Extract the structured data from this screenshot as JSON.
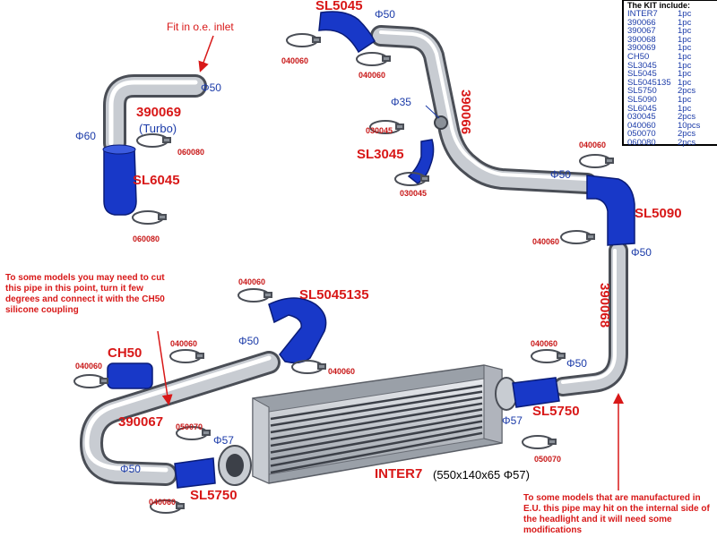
{
  "kit": {
    "title": "The KIT include:",
    "items": [
      {
        "part": "INTER7",
        "qty": "1pc"
      },
      {
        "part": "390066",
        "qty": "1pc"
      },
      {
        "part": "390067",
        "qty": "1pc"
      },
      {
        "part": "390068",
        "qty": "1pc"
      },
      {
        "part": "390069",
        "qty": "1pc"
      },
      {
        "part": "CH50",
        "qty": "1pc"
      },
      {
        "part": "SL3045",
        "qty": "1pc"
      },
      {
        "part": "SL5045",
        "qty": "1pc"
      },
      {
        "part": "SL5045135",
        "qty": "1pc"
      },
      {
        "part": "SL5750",
        "qty": "2pcs"
      },
      {
        "part": "SL5090",
        "qty": "1pc"
      },
      {
        "part": "SL6045",
        "qty": "1pc"
      },
      {
        "part": "030045",
        "qty": "2pcs"
      },
      {
        "part": "040060",
        "qty": "10pcs"
      },
      {
        "part": "050070",
        "qty": "2pcs"
      },
      {
        "part": "060080",
        "qty": "2pcs"
      }
    ]
  },
  "notes": {
    "inlet": "Fit in o.e. inlet",
    "cut_pipe": "To some models you may need to cut this pipe in this point, turn it few degrees and connect it with the CH50 silicone coupling",
    "headlight": "To some models that are manufactured in E.U. this pipe may hit on the internal side of the headlight and it will need some modifications"
  },
  "parts": {
    "p390069": "390069",
    "turbo": "(Turbo)",
    "sl6045": "SL6045",
    "sl5045": "SL5045",
    "p390066": "390066",
    "sl3045": "SL3045",
    "sl5090": "SL5090",
    "p390068": "390068",
    "sl5045135": "SL5045135",
    "ch50": "CH50",
    "p390067": "390067",
    "sl5750_left": "SL5750",
    "sl5750_right": "SL5750",
    "inter7": "INTER7",
    "inter7_spec": "(550x140x65 Φ57)"
  },
  "diameters": {
    "d50_turbo": "Φ50",
    "d60": "Φ60",
    "d50_sl5045": "Φ50",
    "d35": "Φ35",
    "d50_sl5090_in": "Φ50",
    "d50_sl5090_out": "Φ50",
    "d50_sl5045135": "Φ50",
    "d50_right_pipe": "Φ50",
    "d57_right": "Φ57",
    "d57_left": "Φ57",
    "d50_bottom": "Φ50"
  },
  "clamps": {
    "c_sl5045_left": "040060",
    "c_sl5045_right": "040060",
    "c_060080_top": "060080",
    "c_060080_bottom": "060080",
    "c_030045_top": "030045",
    "c_030045_bottom": "030045",
    "c_040060_sl5090_top": "040060",
    "c_040060_sl5090_left": "040060",
    "c_040060_sl5045135": "040060",
    "c_040060_ch50_left": "040060",
    "c_040060_ch50_right": "040060",
    "c_040060_mid": "040060",
    "c_050070_left": "050070",
    "c_040060_bottom": "040060",
    "c_040060_right_pipe": "040060",
    "c_050070_right": "050070"
  },
  "colors": {
    "hose": "#1838c8",
    "pipe": "#b8bcc4",
    "label_red": "#d81818",
    "label_blue": "#1a3aa8"
  }
}
